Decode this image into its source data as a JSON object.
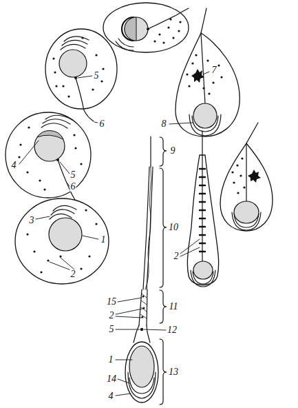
{
  "diagram": {
    "labels": [
      "5",
      "7",
      "8",
      "6",
      "9",
      "4",
      "5",
      "6",
      "10",
      "3",
      "1",
      "2",
      "2",
      "15",
      "11",
      "2",
      "5",
      "12",
      "1",
      "13",
      "14",
      "4"
    ]
  }
}
